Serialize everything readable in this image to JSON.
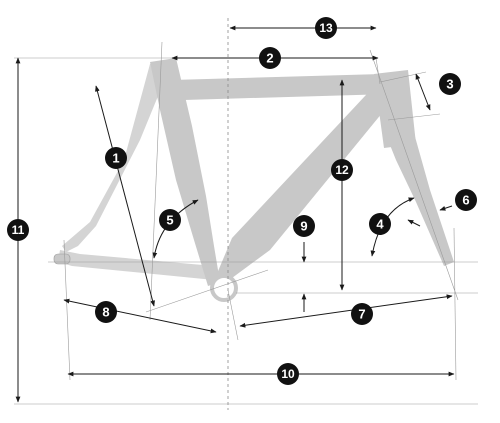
{
  "diagram": {
    "labels": [
      {
        "id": "1",
        "text": "1"
      },
      {
        "id": "2",
        "text": "2"
      },
      {
        "id": "3",
        "text": "3"
      },
      {
        "id": "4",
        "text": "4"
      },
      {
        "id": "5",
        "text": "5"
      },
      {
        "id": "6",
        "text": "6"
      },
      {
        "id": "7",
        "text": "7"
      },
      {
        "id": "8",
        "text": "8"
      },
      {
        "id": "9",
        "text": "9"
      },
      {
        "id": "10",
        "text": "10"
      },
      {
        "id": "11",
        "text": "11"
      },
      {
        "id": "12",
        "text": "12"
      },
      {
        "id": "13",
        "text": "13"
      }
    ],
    "colors": {
      "frame": "#c8c8c8",
      "badge": "#111111",
      "line": "#1a1a1a"
    }
  }
}
